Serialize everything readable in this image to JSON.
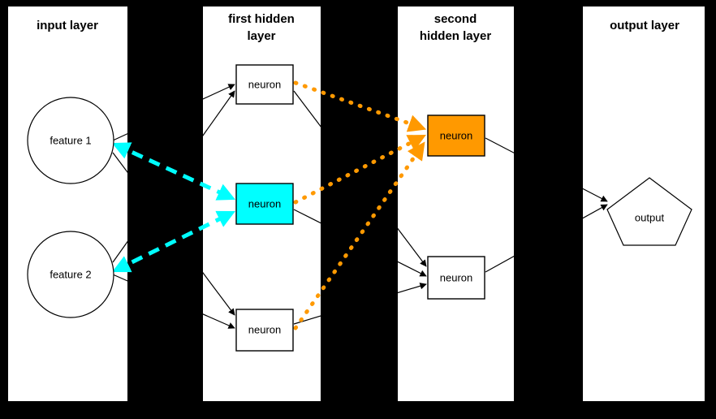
{
  "figure": {
    "kind": "neural-network-architecture-diagram",
    "background_color": "#000000",
    "panel_color": "#ffffff",
    "line_color": "#000000"
  },
  "colors": {
    "highlight_cyan": "#00FFFF",
    "highlight_orange": "#FF9900",
    "white": "#ffffff",
    "black": "#000000"
  },
  "layers": [
    {
      "id": "input",
      "title": "input layer",
      "nodes": [
        {
          "id": "feature-1",
          "label": "feature 1",
          "shape": "circle",
          "fill": "#ffffff"
        },
        {
          "id": "feature-2",
          "label": "feature 2",
          "shape": "circle",
          "fill": "#ffffff"
        }
      ]
    },
    {
      "id": "hidden-1",
      "title": "first hidden layer",
      "title_line_1": "first hidden",
      "title_line_2": "layer",
      "nodes": [
        {
          "id": "h1-top",
          "label": "neuron",
          "shape": "rect",
          "fill": "#ffffff"
        },
        {
          "id": "h1-mid",
          "label": "neuron",
          "shape": "rect",
          "fill": "#00FFFF"
        },
        {
          "id": "h1-bottom",
          "label": "neuron",
          "shape": "rect",
          "fill": "#ffffff"
        }
      ]
    },
    {
      "id": "hidden-2",
      "title": "second hidden layer",
      "title_line_1": "second",
      "title_line_2": "hidden layer",
      "nodes": [
        {
          "id": "h2-top",
          "label": "neuron",
          "shape": "rect",
          "fill": "#FF9900"
        },
        {
          "id": "h2-bottom",
          "label": "neuron",
          "shape": "rect",
          "fill": "#ffffff"
        }
      ]
    },
    {
      "id": "output",
      "title": "output layer",
      "nodes": [
        {
          "id": "output-node",
          "label": "output",
          "shape": "pentagon",
          "fill": "#ffffff"
        }
      ]
    }
  ],
  "highlighted_edges": [
    {
      "from": "feature-1",
      "to": "h1-mid",
      "color": "#00FFFF",
      "style": "dashed",
      "arrow": "both"
    },
    {
      "from": "feature-2",
      "to": "h1-mid",
      "color": "#00FFFF",
      "style": "dashed",
      "arrow": "both"
    },
    {
      "from": "h1-top",
      "to": "h2-top",
      "color": "#FF9900",
      "style": "dotted",
      "arrow": "end"
    },
    {
      "from": "h1-mid",
      "to": "h2-top",
      "color": "#FF9900",
      "style": "dotted",
      "arrow": "end"
    },
    {
      "from": "h1-bottom",
      "to": "h2-top",
      "color": "#FF9900",
      "style": "dotted",
      "arrow": "end"
    }
  ]
}
